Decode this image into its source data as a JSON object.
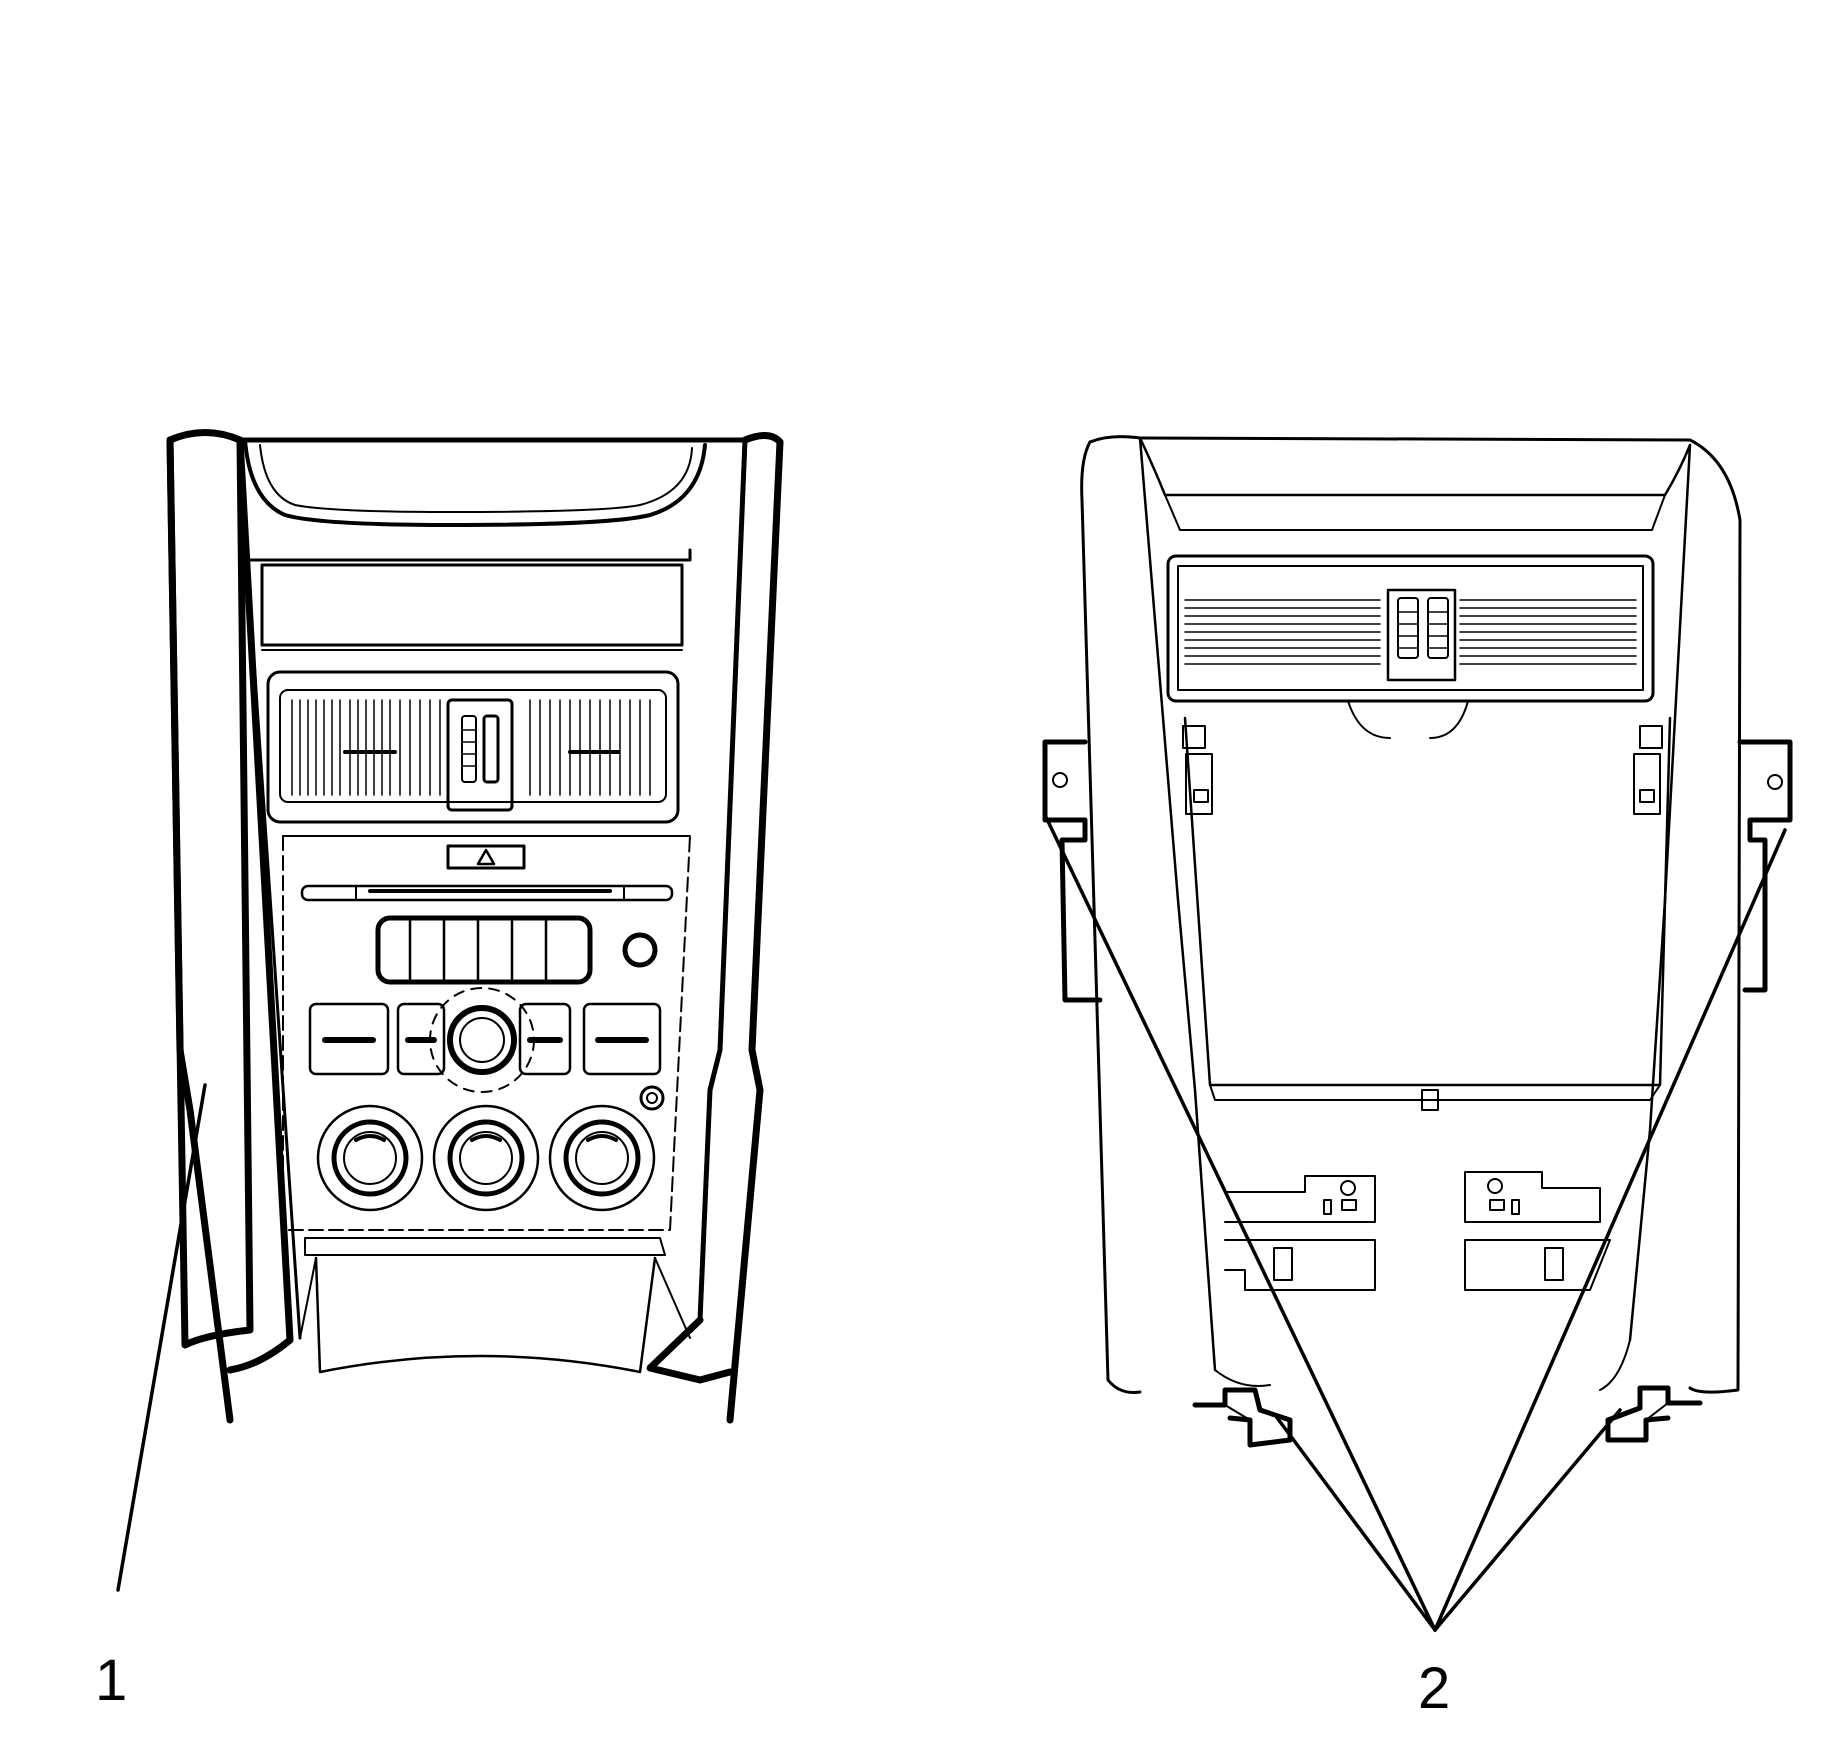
{
  "diagram": {
    "colors": {
      "line": "#000000",
      "background": "#ffffff"
    },
    "callouts": [
      {
        "id": "callout-1",
        "label": "1"
      },
      {
        "id": "callout-2",
        "label": "2"
      }
    ]
  }
}
